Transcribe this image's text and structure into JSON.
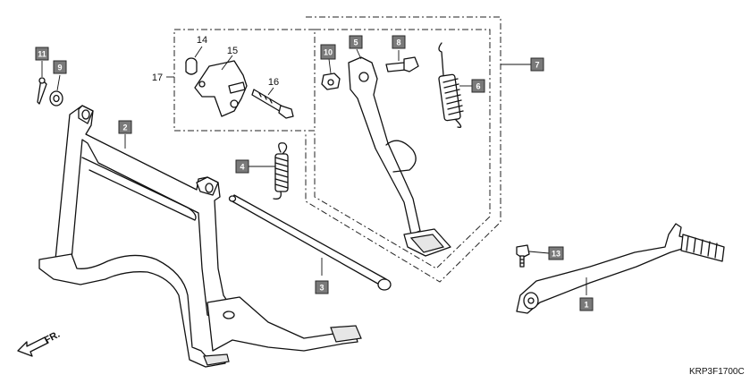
{
  "diagram_code": "KRP3F1700C",
  "direction_label": "FR.",
  "part_badges": [
    "11",
    "9",
    "2",
    "10",
    "5",
    "8",
    "6",
    "7",
    "4",
    "3",
    "13",
    "1"
  ],
  "plain_callouts": [
    "14",
    "15",
    "16",
    "17"
  ]
}
